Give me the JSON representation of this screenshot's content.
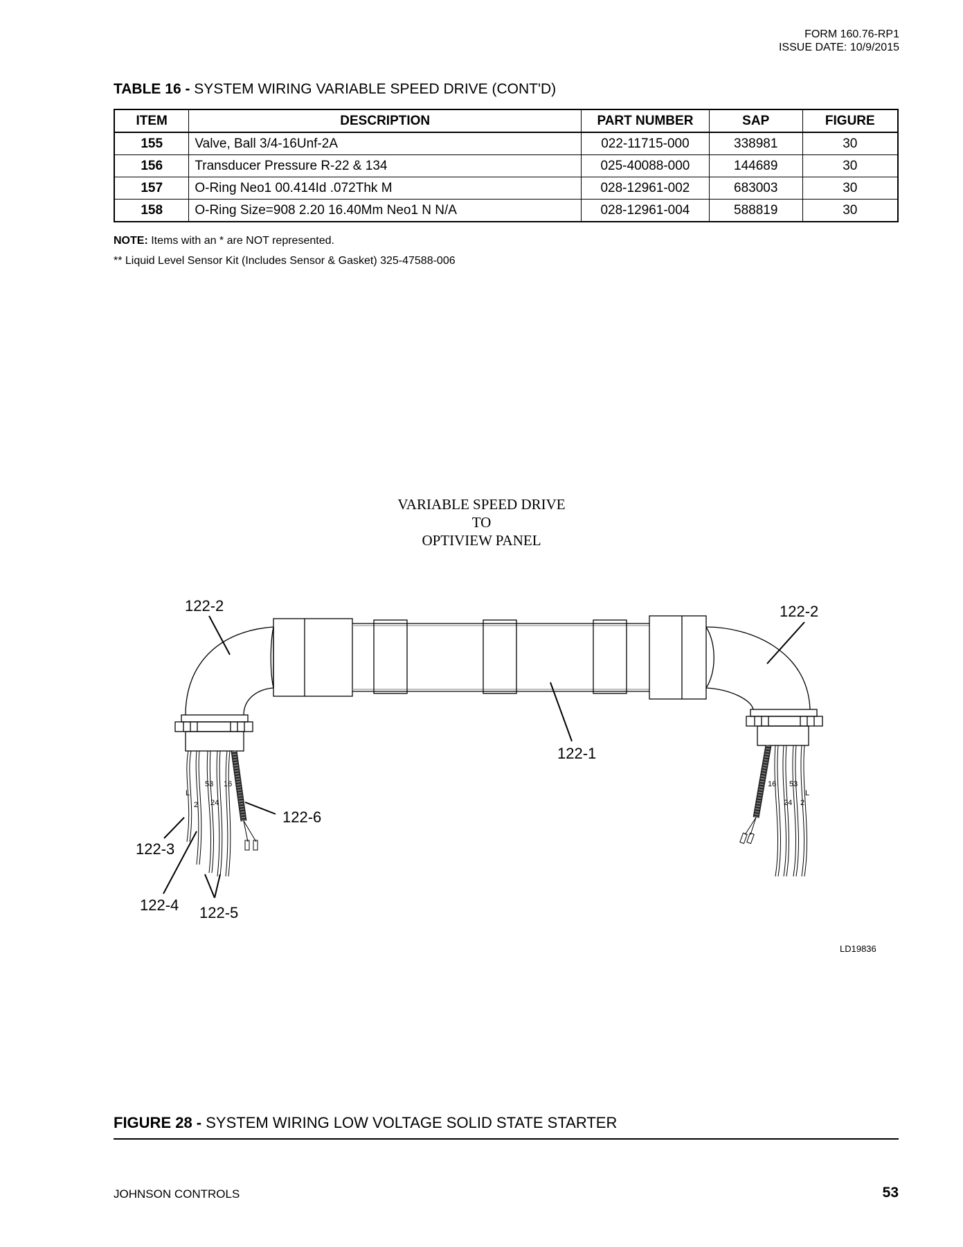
{
  "header": {
    "form": "FORM 160.76-RP1",
    "issue_date": "ISSUE DATE: 10/9/2015"
  },
  "table": {
    "title_bold": "TABLE 16 -",
    "title_rest": " SYSTEM WIRING VARIABLE SPEED DRIVE (CONT'D)",
    "columns": [
      "ITEM",
      "DESCRIPTION",
      "PART NUMBER",
      "SAP",
      "FIGURE"
    ],
    "rows": [
      {
        "item": "155",
        "description": "Valve, Ball 3/4-16Unf-2A",
        "part_number": "022-11715-000",
        "sap": "338981",
        "figure": "30"
      },
      {
        "item": "156",
        "description": "Transducer Pressure R-22 & 134",
        "part_number": "025-40088-000",
        "sap": "144689",
        "figure": "30"
      },
      {
        "item": "157",
        "description": "O-Ring Neo1 00.414Id .072Thk M",
        "part_number": "028-12961-002",
        "sap": "683003",
        "figure": "30"
      },
      {
        "item": "158",
        "description": "O-Ring Size=908 2.20 16.40Mm Neo1 N N/A",
        "part_number": "028-12961-004",
        "sap": "588819",
        "figure": "30"
      }
    ]
  },
  "notes": {
    "note_label": "NOTE:",
    "note_text": " Items with an * are NOT represented.",
    "kit_line": "** Liquid Level Sensor Kit (Includes Sensor & Gasket) 325-47588-006"
  },
  "figure": {
    "title_line1": "VARIABLE SPEED DRIVE",
    "title_line2": "TO",
    "title_line3": "OPTIVIEW PANEL",
    "callouts": {
      "c122_2_left": "122-2",
      "c122_2_right": "122-2",
      "c122_1": "122-1",
      "c122_6": "122-6",
      "c122_3": "122-3",
      "c122_4": "122-4",
      "c122_5": "122-5"
    },
    "wire_marks": {
      "l": "L",
      "two": "2",
      "fifty_three": "53",
      "twenty_four": "24",
      "sixteen": "16"
    },
    "drawing_id": "LD19836",
    "caption_bold": "FIGURE 28 -",
    "caption_rest": " SYSTEM WIRING LOW VOLTAGE SOLID STATE STARTER"
  },
  "footer": {
    "company": "JOHNSON CONTROLS",
    "page_number": "53"
  }
}
